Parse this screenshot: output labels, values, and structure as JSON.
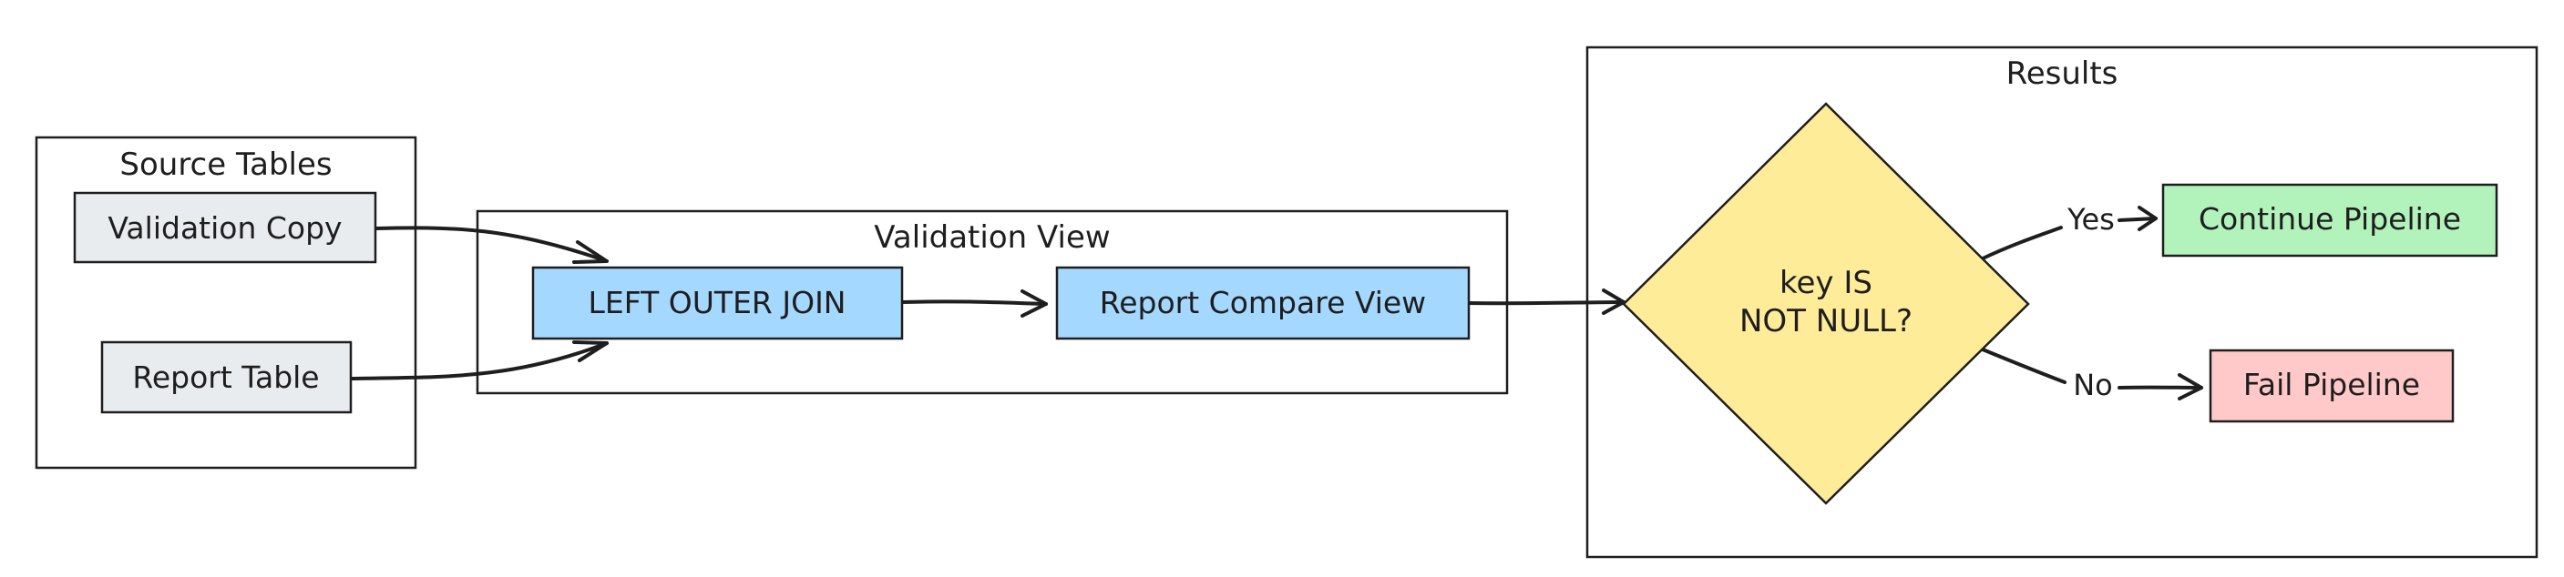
{
  "groups": {
    "source": {
      "title": "Source Tables"
    },
    "validation": {
      "title": "Validation View"
    },
    "results": {
      "title": "Results"
    }
  },
  "nodes": {
    "validation_copy": {
      "label": "Validation Copy",
      "fill": "#e9ecef"
    },
    "report_table": {
      "label": "Report Table",
      "fill": "#e9ecef"
    },
    "left_outer_join": {
      "label": "LEFT OUTER JOIN",
      "fill": "#a5d8ff"
    },
    "report_compare_view": {
      "label": "Report Compare View",
      "fill": "#a5d8ff"
    },
    "decision": {
      "line1": "key IS",
      "line2": "NOT NULL?",
      "fill": "#ffec99"
    },
    "continue_pipeline": {
      "label": "Continue Pipeline",
      "fill": "#b2f2bb"
    },
    "fail_pipeline": {
      "label": "Fail Pipeline",
      "fill": "#ffc9c9"
    }
  },
  "edges": {
    "yes_label": "Yes",
    "no_label": "No"
  }
}
